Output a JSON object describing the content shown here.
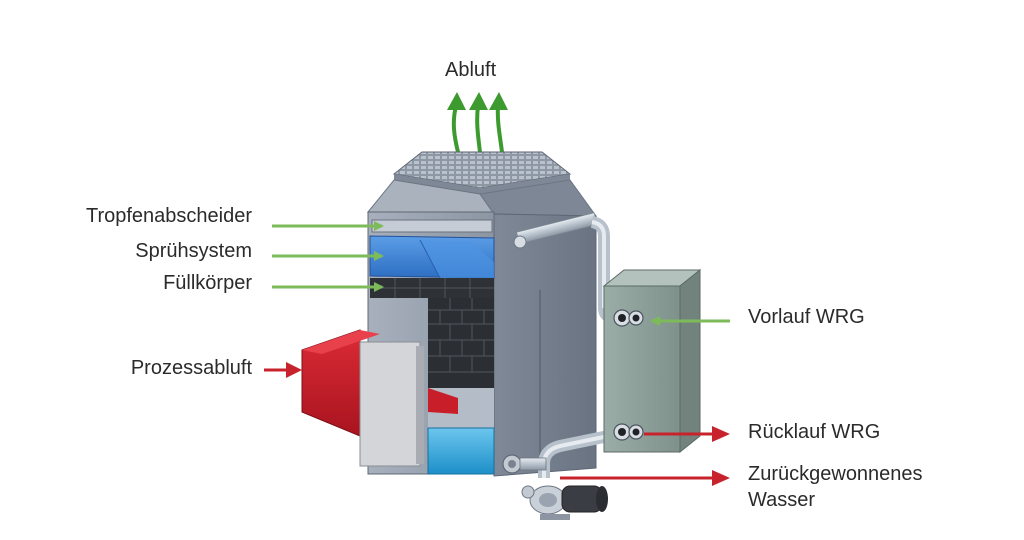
{
  "labels": {
    "abluft": "Abluft",
    "tropfenabscheider": "Tropfenabscheider",
    "spruehsystem": "Sprühsystem",
    "fuellkoerper": "Füllkörper",
    "prozessabluft": "Prozessabluft",
    "vorlauf_wrg": "Vorlauf WRG",
    "ruecklauf_wrg": "Rücklauf WRG",
    "zurueckgewonnenes_line1": "Zurückgewonnenes",
    "zurueckgewonnenes_line2": "Wasser"
  },
  "colors": {
    "green_arrow": "#7dbb5a",
    "exhaust_green": "#3d9a2e",
    "red_arrow": "#c8232c",
    "duct_red": "#c81e2a",
    "housing_grey": "#98a2b0",
    "housing_dark": "#6f7886",
    "water_blue": "#2fa3d8",
    "spray_blue": "#3b7fd4",
    "heat_exchanger": "#8fa09a",
    "pipe": "#c6cfd8"
  }
}
